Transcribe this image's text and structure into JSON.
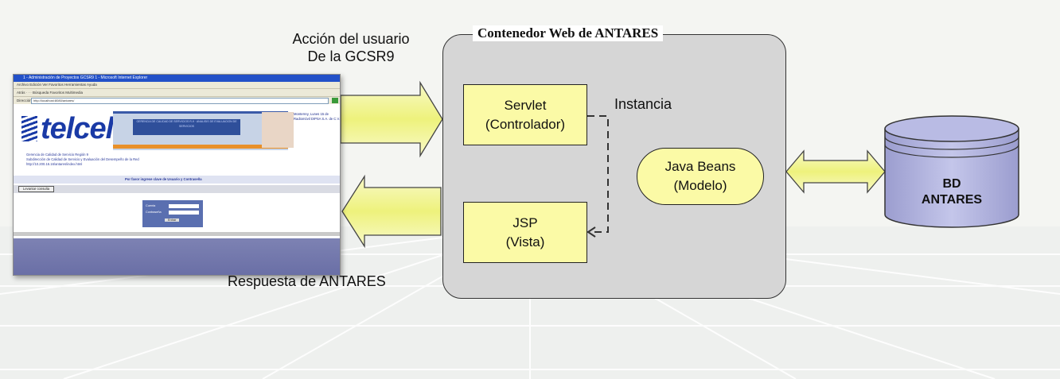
{
  "colors": {
    "box_fill": "#fbfaa6",
    "container_fill": "#d6d6d6",
    "db_fill": "#aeb0dc",
    "arrow_fill": "#f4f6a0"
  },
  "labels": {
    "user_action_1": "Acción del usuario",
    "user_action_2": "De la GCSR9",
    "response": "Respuesta de ANTARES",
    "container_title": "Contenedor Web de ANTARES",
    "instance": "Instancia"
  },
  "boxes": {
    "servlet_1": "Servlet",
    "servlet_2": "(Controlador)",
    "jsp_1": "JSP",
    "jsp_2": "(Vista)",
    "beans_1": "Java Beans",
    "beans_2": "(Modelo)"
  },
  "database": {
    "line_1": "BD",
    "line_2": "ANTARES"
  },
  "screenshot": {
    "window_title": "1 - Administración de Proyectos GCSR9 1 - Microsoft Internet Explorer",
    "menu": "Archivo  Edición  Ver  Favoritos  Herramientas  Ayuda",
    "toolbar": "Atrás  ·  ·  ·  Búsqueda  Favoritos  Multimedia",
    "address_label": "Dirección",
    "address_value": "http://localhost:8080/antares/",
    "logo": "telcel",
    "banner_text": "GERENCIA DE CALIDAD DE SERVICIOS R-9 · ANALISIS DE EVALUACION DE SERVICIOS",
    "date_text": "Monterrey, Lunes 15 de",
    "company_text": "Radiomóvil DIPSA S.A. de C.V.",
    "info_1": "Gerencia de Calidad de Servicio Región 9",
    "info_2": "Subdirección de Calidad de Servicio y Evaluación del Desempeño de la Red",
    "info_3": "http://10.200.16.16/antares/index.html",
    "prompt": "Por favor ingrese clave de Usuario y Contraseña",
    "button": "Levantar consulta",
    "login_user": "Cuenta",
    "login_pass": "Contraseña",
    "login_btn": "Entrar"
  }
}
